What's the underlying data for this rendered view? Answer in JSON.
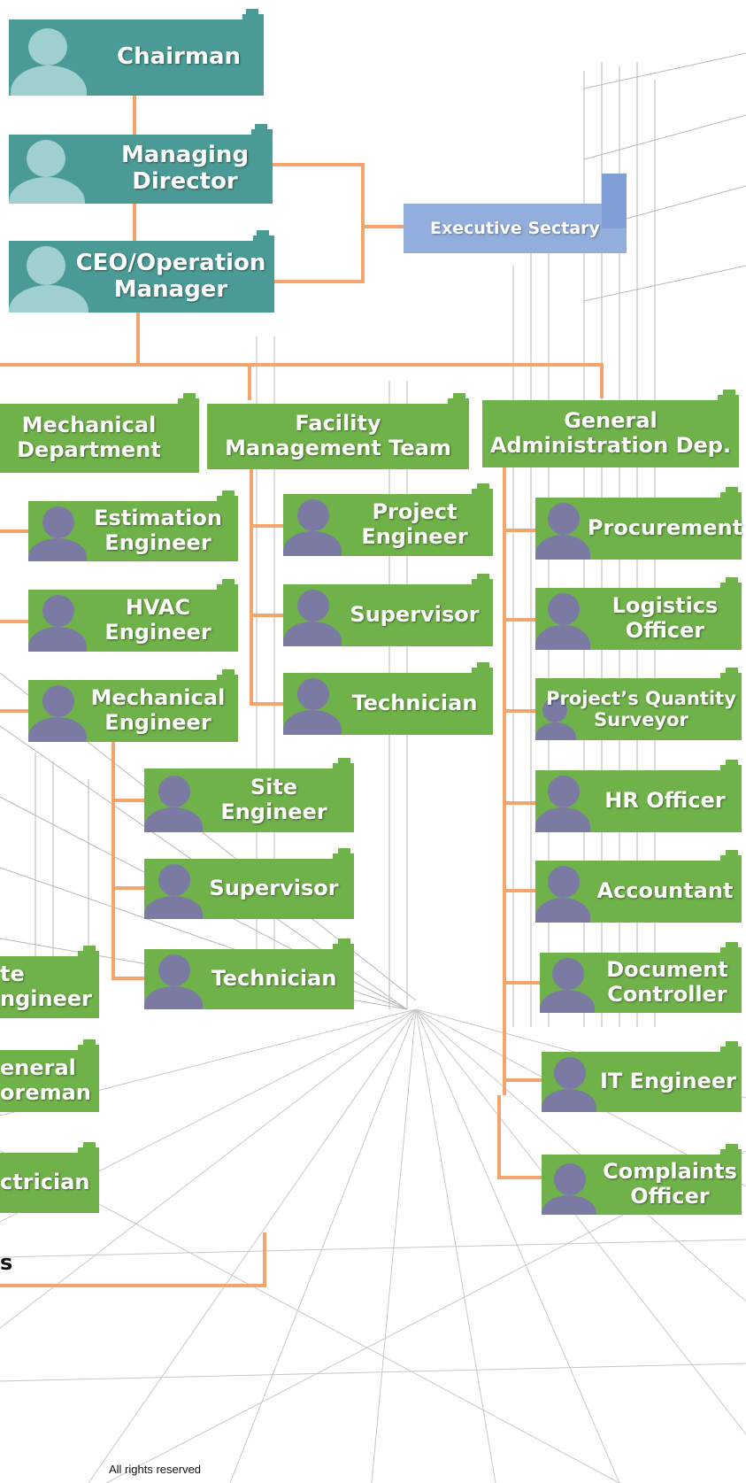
{
  "colors": {
    "teal": "#4a9b96",
    "green": "#70b24a",
    "connector": "#f4a46c",
    "executive": "#92aedc"
  },
  "nodes": [
    {
      "id": "chairman",
      "label": "Chairman"
    },
    {
      "id": "managing-director",
      "label": "Managing\nDirector"
    },
    {
      "id": "ceo",
      "label": "CEO/Operation\nManager"
    },
    {
      "id": "executive-secretary",
      "label": "Executive Sectary"
    },
    {
      "id": "mechanical-department",
      "label": "Mechanical\nDepartment"
    },
    {
      "id": "facility-management-team",
      "label": "Facility\nManagement Team"
    },
    {
      "id": "general-administration",
      "label": "General\nAdministration Dep."
    },
    {
      "id": "estimation-engineer",
      "label": "Estimation\nEngineer"
    },
    {
      "id": "hvac-engineer",
      "label": "HVAC\nEngineer"
    },
    {
      "id": "mechanical-engineer",
      "label": "Mechanical\nEngineer"
    },
    {
      "id": "site-engineer",
      "label": "Site\nEngineer"
    },
    {
      "id": "mech-supervisor",
      "label": "Supervisor"
    },
    {
      "id": "mech-technician",
      "label": "Technician"
    },
    {
      "id": "project-engineer",
      "label": "Project\nEngineer"
    },
    {
      "id": "fm-supervisor",
      "label": "Supervisor"
    },
    {
      "id": "fm-technician",
      "label": "Technician"
    },
    {
      "id": "procurement",
      "label": "Procurement"
    },
    {
      "id": "logistics-officer",
      "label": "Logistics\nOfficer"
    },
    {
      "id": "quantity-surveyor",
      "label": "Project’s Quantity\nSurveyor"
    },
    {
      "id": "hr-officer",
      "label": "HR Officer"
    },
    {
      "id": "accountant",
      "label": "Accountant"
    },
    {
      "id": "document-controller",
      "label": "Document\nController"
    },
    {
      "id": "it-engineer",
      "label": "IT Engineer"
    },
    {
      "id": "complaints-officer",
      "label": "Complaints\nOfficer"
    },
    {
      "id": "left-site-engineer",
      "label": "te\nngineer"
    },
    {
      "id": "left-general-foreman",
      "label": "eneral\noreman"
    },
    {
      "id": "left-electrician",
      "label": "ctrician"
    }
  ],
  "cut_label": "s",
  "footer": "All rights reserved"
}
